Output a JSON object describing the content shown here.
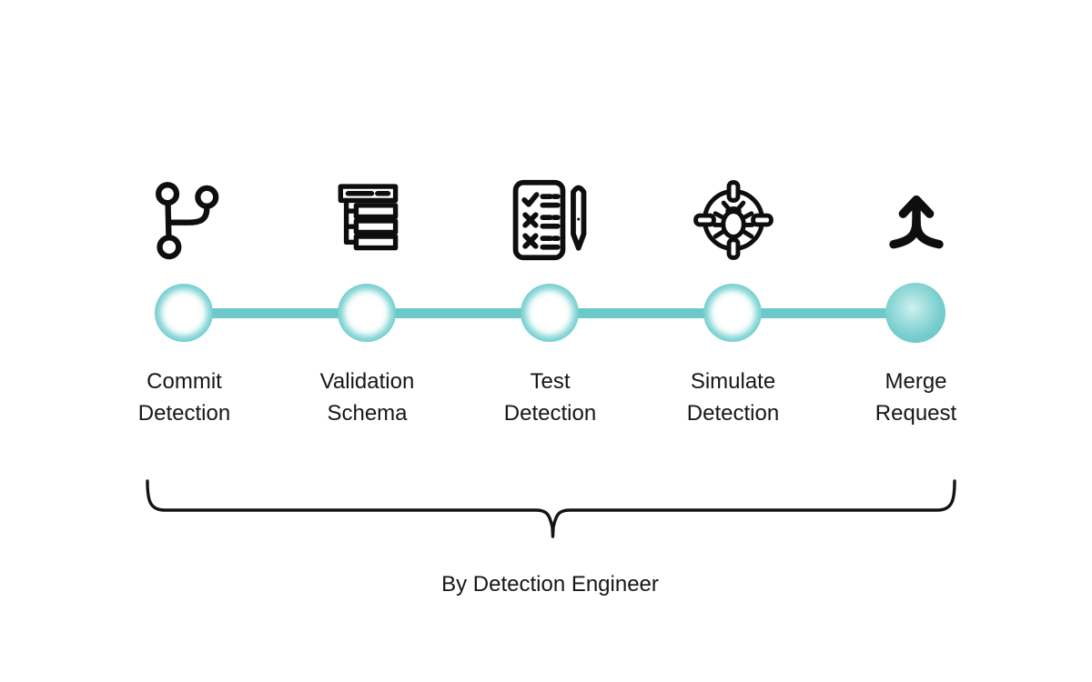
{
  "pipeline": {
    "steps": [
      {
        "icon": "git-commit-icon",
        "label": [
          "Commit",
          "Detection"
        ],
        "node_state": "open"
      },
      {
        "icon": "validation-schema-icon",
        "label": [
          "Validation",
          "Schema"
        ],
        "node_state": "open"
      },
      {
        "icon": "test-checklist-icon",
        "label": [
          "Test",
          "Detection"
        ],
        "node_state": "open"
      },
      {
        "icon": "bug-target-icon",
        "label": [
          "Simulate",
          "Detection"
        ],
        "node_state": "open"
      },
      {
        "icon": "merge-arrow-icon",
        "label": [
          "Merge",
          "Request"
        ],
        "node_state": "filled"
      }
    ],
    "annotation": {
      "label": "By Detection Engineer"
    },
    "colors": {
      "accent": "#6CC9C9",
      "ink": "#111111",
      "background": "#FFFFFF"
    }
  }
}
